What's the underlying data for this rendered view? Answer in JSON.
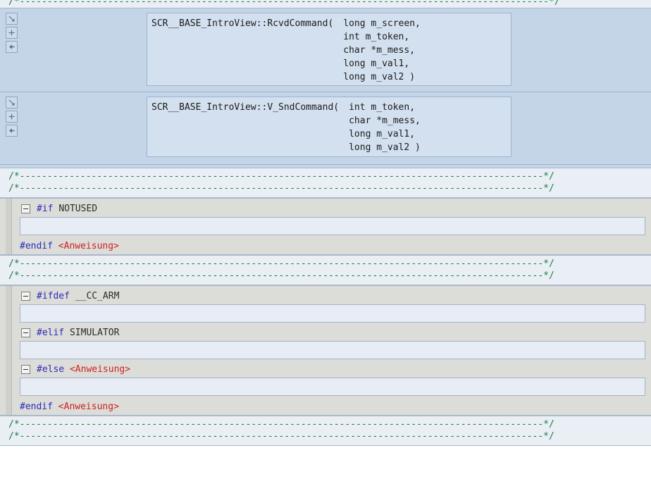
{
  "app": {
    "kind": "structured-c-code-editor"
  },
  "top_partial_comment": "/*------------------------------------------------------------------------------------------------*/",
  "functions": [
    {
      "id": "rcvd-command",
      "signature": "SCR__BASE_IntroView::RcvdCommand(",
      "parameters": [
        "long m_screen,",
        "int m_token,",
        "char *m_mess,",
        "long m_val1,",
        "long m_val2 )"
      ],
      "buttons": [
        {
          "name": "resize-handle-icon",
          "glyph": "arrow-down-right"
        },
        {
          "name": "add-icon",
          "glyph": "plus"
        },
        {
          "name": "back-arrow-icon",
          "glyph": "arrow-left"
        }
      ]
    },
    {
      "id": "snd-command",
      "signature": "SCR__BASE_IntroView::V_SndCommand(",
      "parameters": [
        "int m_token,",
        "char *m_mess,",
        "long m_val1,",
        "long m_val2 )"
      ],
      "buttons": [
        {
          "name": "resize-handle-icon",
          "glyph": "arrow-down-right"
        },
        {
          "name": "add-icon",
          "glyph": "plus"
        },
        {
          "name": "back-arrow-icon",
          "glyph": "arrow-left"
        }
      ]
    }
  ],
  "comment_separators": [
    {
      "id": "sep-1",
      "lines": [
        "/*-----------------------------------------------------------------------------------------------*/",
        "/*-----------------------------------------------------------------------------------------------*/"
      ]
    },
    {
      "id": "sep-2",
      "lines": [
        "/*-----------------------------------------------------------------------------------------------*/",
        "/*-----------------------------------------------------------------------------------------------*/"
      ]
    },
    {
      "id": "sep-3",
      "lines": [
        "/*-----------------------------------------------------------------------------------------------*/",
        "/*-----------------------------------------------------------------------------------------------*/"
      ]
    }
  ],
  "preprocessor_blocks": [
    {
      "id": "if-notused",
      "branches": [
        {
          "keyword": "#if",
          "condition": "NOTUSED",
          "condition_is_placeholder": false
        }
      ],
      "footer": {
        "keyword": "#endif",
        "condition": "<Anweisung>",
        "condition_is_placeholder": true
      }
    },
    {
      "id": "ifdef-cc-arm",
      "branches": [
        {
          "keyword": "#ifdef",
          "condition": "__CC_ARM",
          "condition_is_placeholder": false
        },
        {
          "keyword": "#elif",
          "condition": "SIMULATOR",
          "condition_is_placeholder": false
        },
        {
          "keyword": "#else",
          "condition": "<Anweisung>",
          "condition_is_placeholder": true
        }
      ],
      "footer": {
        "keyword": "#endif",
        "condition": "<Anweisung>",
        "condition_is_placeholder": true
      }
    }
  ],
  "colors": {
    "section_blue": "#c5d5e8",
    "signature_box": "#d3e0ef",
    "comment_row": "#eaeff6",
    "comment_green": "#1c7a3c",
    "pp_gray": "#dcdcd8",
    "slot_bg": "#e8edf5",
    "keyword_blue": "#2b2bbd",
    "placeholder_red": "#cc2222",
    "border": "#9fb3cd"
  }
}
